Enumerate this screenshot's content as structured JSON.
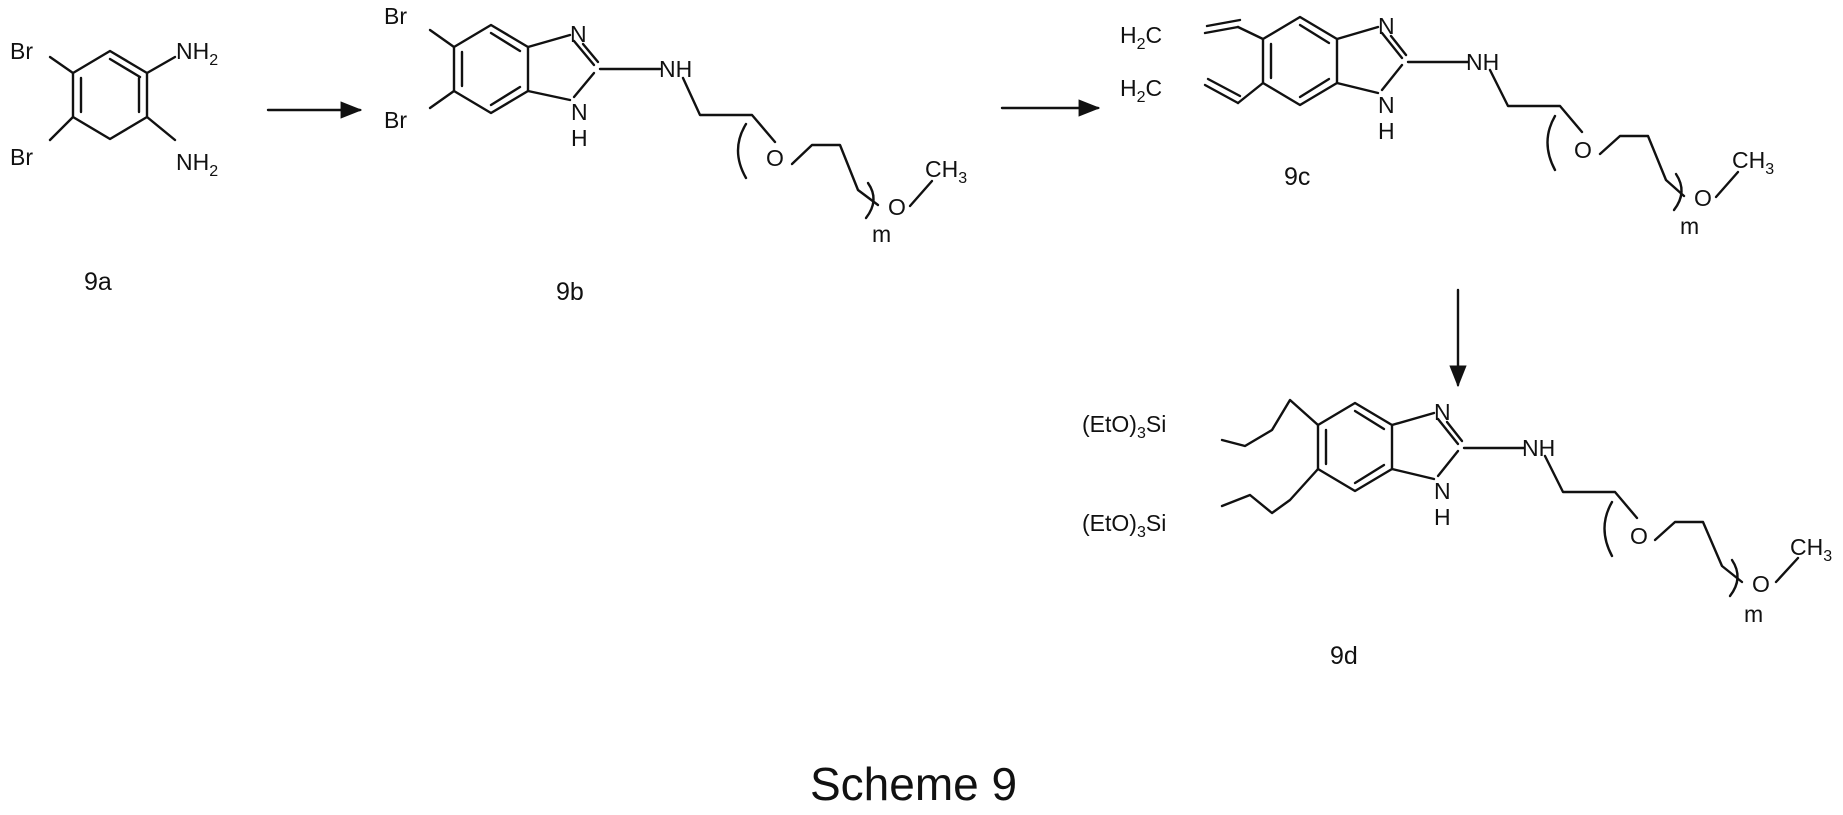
{
  "scheme": {
    "caption": "Scheme 9",
    "compounds": [
      {
        "id": "9a",
        "labels": {
          "br_top": "Br",
          "br_bottom": "Br",
          "amine_top": "NH",
          "amine_top_sub": "2",
          "amine_bottom": "NH",
          "amine_bottom_sub": "2"
        }
      },
      {
        "id": "9b",
        "labels": {
          "br_top": "Br",
          "br_bottom": "Br",
          "n_ring": "N",
          "nh_chain": "NH",
          "nh_ring": "N",
          "h_ring": "H",
          "o_chain": "O",
          "o_end": "O",
          "methyl": "CH",
          "methyl_sub": "3",
          "repeat": "m"
        }
      },
      {
        "id": "9c",
        "labels": {
          "vinyl_top": "H",
          "vinyl_top_sub": "2",
          "vinyl_top_c": "C",
          "vinyl_bottom": "H",
          "vinyl_bottom_sub": "2",
          "vinyl_bottom_c": "C",
          "n_ring": "N",
          "nh_chain": "NH",
          "nh_ring": "N",
          "h_ring": "H",
          "o_chain": "O",
          "o_end": "O",
          "methyl": "CH",
          "methyl_sub": "3",
          "repeat": "m"
        }
      },
      {
        "id": "9d",
        "labels": {
          "si_top": "(EtO)",
          "si_top_sub": "3",
          "si_top_tail": "Si",
          "si_bottom": "(EtO)",
          "si_bottom_sub": "3",
          "si_bottom_tail": "Si",
          "n_ring": "N",
          "nh_chain": "NH",
          "nh_ring": "N",
          "h_ring": "H",
          "o_chain": "O",
          "o_end": "O",
          "methyl": "CH",
          "methyl_sub": "3",
          "repeat": "m"
        }
      }
    ]
  }
}
